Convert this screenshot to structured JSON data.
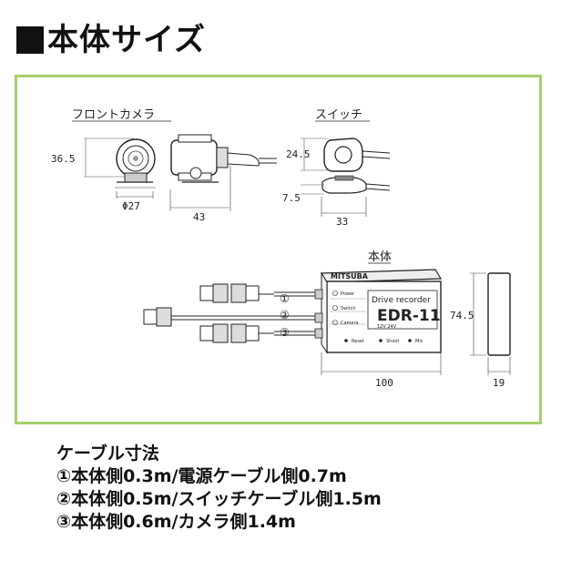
{
  "heading": {
    "text": "本体サイズ"
  },
  "front_camera": {
    "label": "フロントカメラ",
    "dim_height": "36.5",
    "dim_diameter": "Φ27",
    "dim_length": "43"
  },
  "switch": {
    "label": "スイッチ",
    "dim_height": "24.5",
    "dim_thickness": "7.5",
    "dim_width": "33"
  },
  "body_unit": {
    "label": "本体",
    "brand": "MITSUBA",
    "product_line": "Drive recorder",
    "model": "EDR-11",
    "spec_text": "12V 24V",
    "port_labels": [
      "Power",
      "Switch",
      "Camera"
    ],
    "bottom_labels": [
      "Reset",
      "Shoot",
      "Mic"
    ],
    "markers": [
      "①",
      "②",
      "③"
    ],
    "dim_width": "100",
    "dim_height": "74.5",
    "dim_depth": "19"
  },
  "cable_lengths": {
    "title": "ケーブル寸法",
    "lines": [
      "①本体側0.3m/電源ケーブル側0.7m",
      "②本体側0.5m/スイッチケーブル側1.5m",
      "③本体側0.6m/カメラ側1.4m"
    ]
  },
  "colors": {
    "frame_border": "#a6d06b",
    "ink": "#111111"
  }
}
